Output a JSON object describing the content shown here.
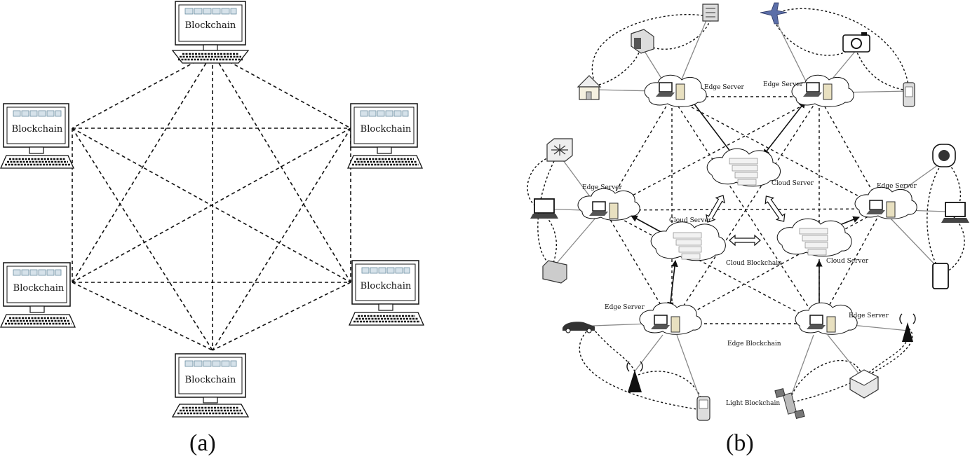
{
  "panel_a": {
    "caption": "(a)",
    "node_label": "Blockchain"
  },
  "panel_b": {
    "caption": "(b)",
    "edge_server_label": "Edge Server",
    "cloud_server_label": "Cloud Server",
    "cloud_blockchain_label": "Cloud Blockchain",
    "edge_blockchain_label": "Edge Blockchain",
    "light_blockchain_label": "Light Blockchain"
  }
}
